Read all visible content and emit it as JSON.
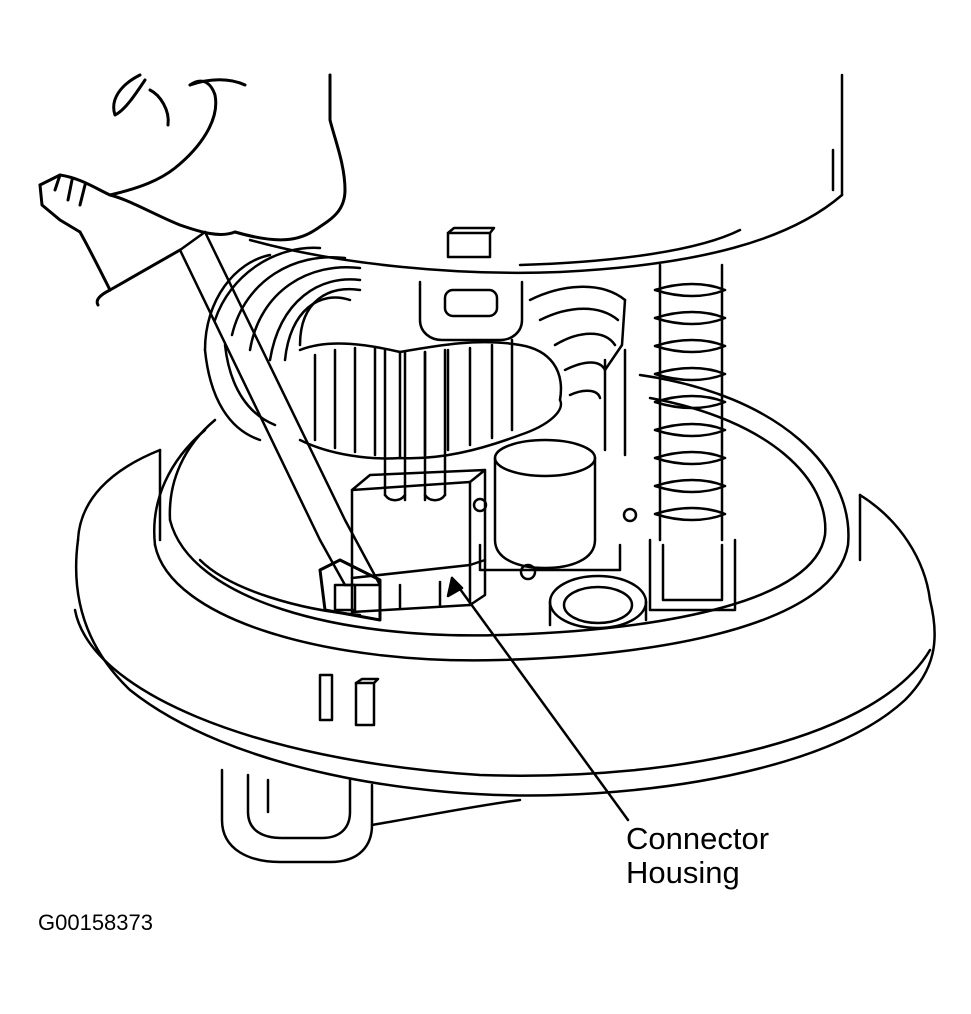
{
  "figure": {
    "callout": {
      "line1": "Connector",
      "line2": "Housing"
    },
    "figure_code": "G00158373",
    "colors": {
      "ink": "#000000",
      "paper": "#ffffff"
    }
  }
}
